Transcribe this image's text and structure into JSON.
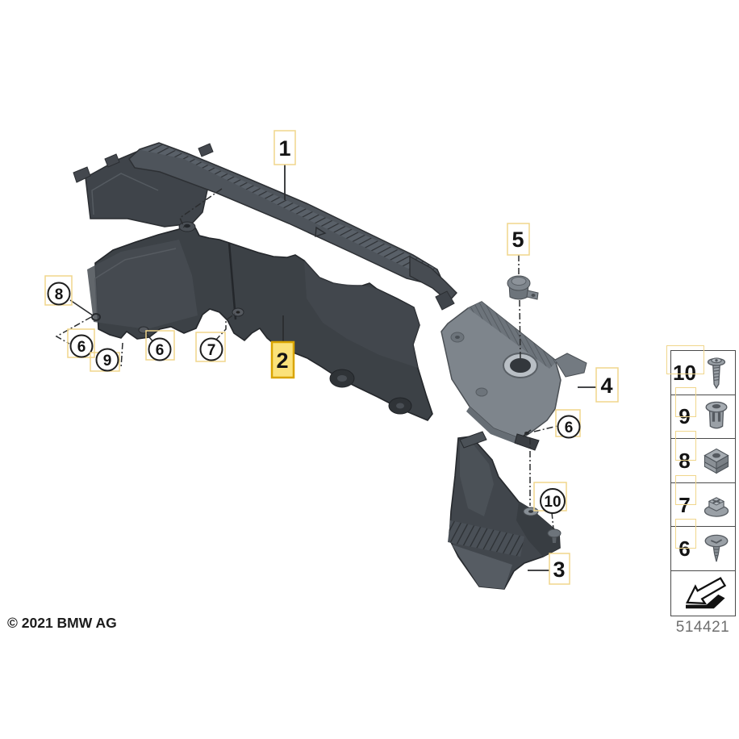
{
  "copyright": "© 2021 BMW AG",
  "diagram_number": "514421",
  "colors": {
    "highlight_fill": "#fbe27a",
    "highlight_border": "#d9a400",
    "hotspot_border": "#f0d68c",
    "part_dark": "#3c4146",
    "part_mid": "#4e545b",
    "part_light": "#7e858c",
    "leader_line": "#2b2d2f"
  },
  "callouts": {
    "part_labels": [
      {
        "label": "1",
        "highlighted": false
      },
      {
        "label": "2",
        "highlighted": true
      },
      {
        "label": "3",
        "highlighted": false
      },
      {
        "label": "4",
        "highlighted": false
      },
      {
        "label": "5",
        "highlighted": false
      }
    ],
    "fastener_callouts": [
      {
        "label": "8"
      },
      {
        "label": "6"
      },
      {
        "label": "9"
      },
      {
        "label": "6"
      },
      {
        "label": "7"
      },
      {
        "label": "6"
      },
      {
        "label": "10"
      }
    ]
  },
  "legend": {
    "items": [
      {
        "number": "10",
        "icon": "screw-icon"
      },
      {
        "number": "9",
        "icon": "rivet-nut-icon"
      },
      {
        "number": "8",
        "icon": "cage-nut-icon"
      },
      {
        "number": "7",
        "icon": "flange-nut-icon"
      },
      {
        "number": "6",
        "icon": "expanding-rivet-icon"
      }
    ],
    "footer_icon": "direction-of-travel-arrow-icon"
  }
}
